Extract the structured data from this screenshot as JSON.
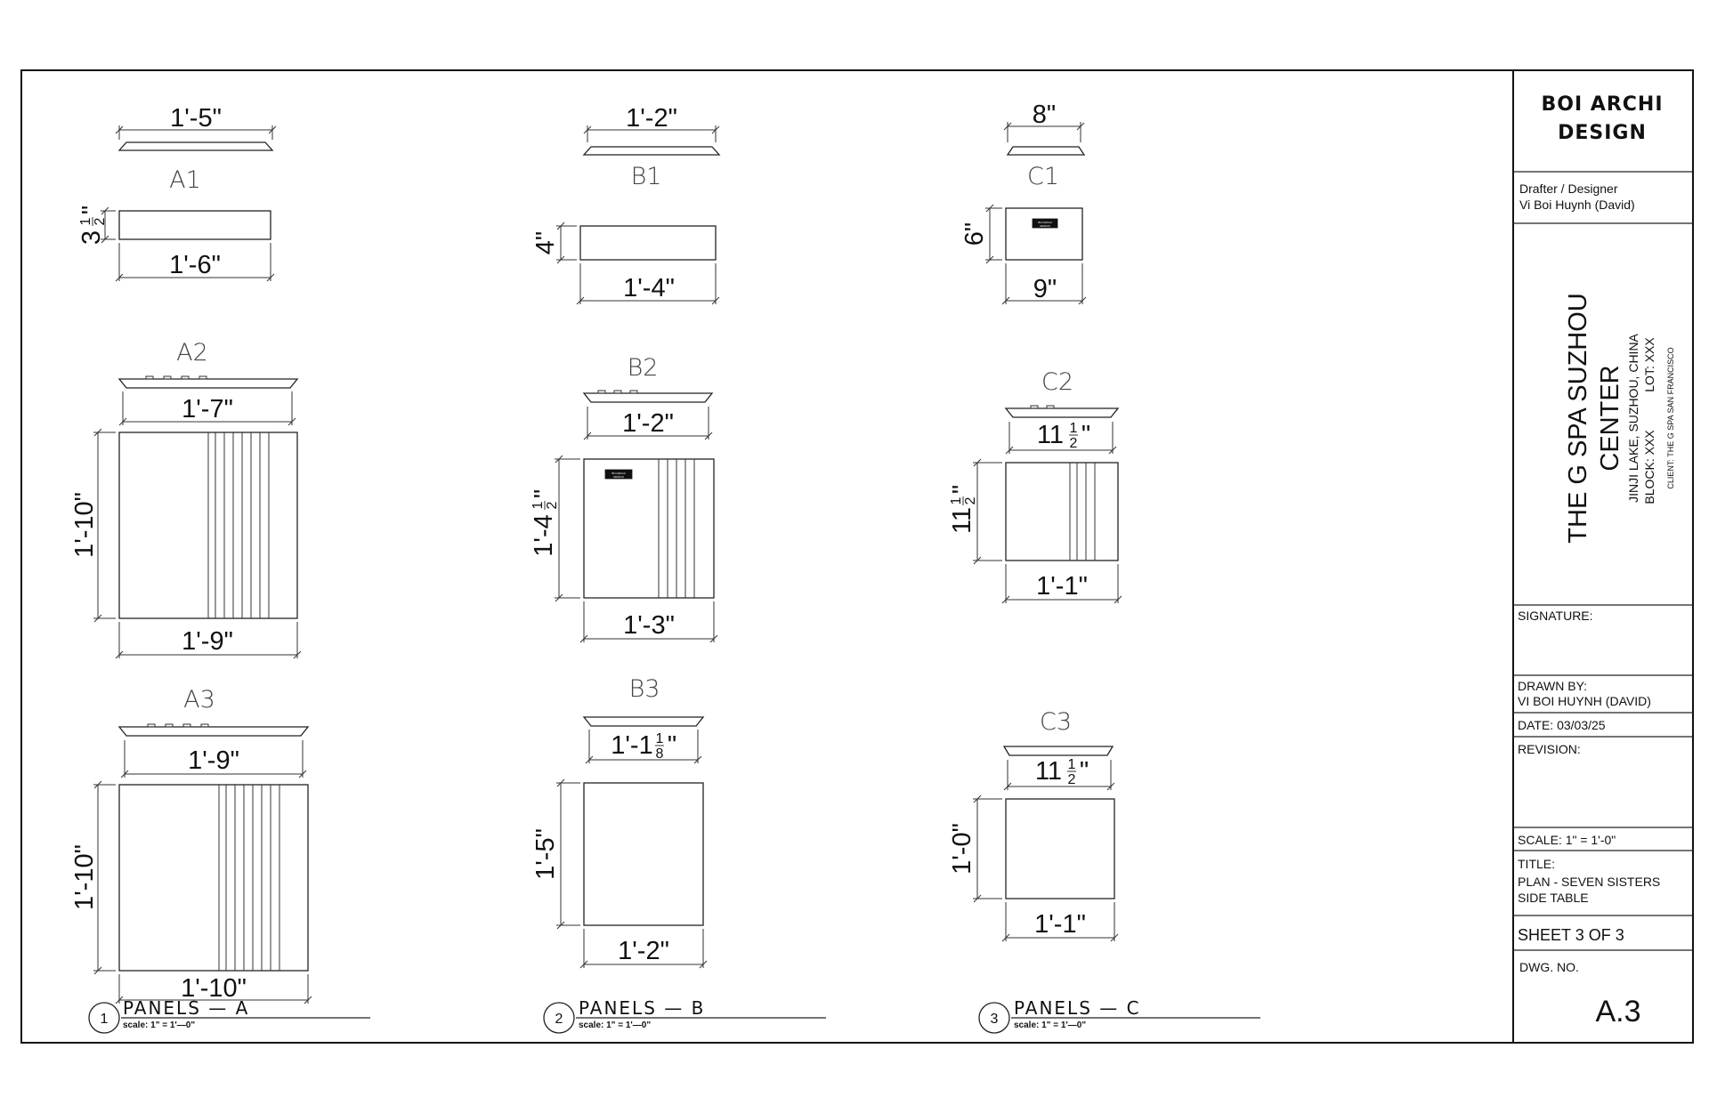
{
  "title_block": {
    "firm_line1": "BOI ARCHI",
    "firm_line2": "DESIGN",
    "drafter_label": "Drafter / Designer",
    "drafter_name": "Vi Boi Huynh (David)",
    "project_line1": "THE G SPA SUZHOU",
    "project_line2": "CENTER",
    "address_line1": "JINJI LAKE, SUZHOU, CHINA",
    "block": "BLOCK: XXX",
    "lot": "LOT: XXX",
    "client": "CLIENT: THE G SPA SAN FRANCISCO",
    "signature_label": "SIGNATURE:",
    "drawn_by_label": "DRAWN BY:",
    "drawn_by_name": "VI BOI HUYNH (DAVID)",
    "date": "DATE: 03/03/25",
    "revision_label": "REVISION:",
    "scale": "SCALE: 1\" = 1'-0\"",
    "title_label": "TITLE:",
    "title_line1": "PLAN  -  SEVEN  SISTERS",
    "title_line2": "SIDE TABLE",
    "sheet": "SHEET 3 OF 3",
    "dwg_label": "DWG. NO.",
    "dwg_no": "A.3"
  },
  "captions": [
    {
      "num": "1",
      "label": "PANELS  —  A",
      "scale": "scale:  1\"  =  1'—0\""
    },
    {
      "num": "2",
      "label": "PANELS  —  B",
      "scale": "scale:  1\"  =  1'—0\""
    },
    {
      "num": "3",
      "label": "PANELS  —  C",
      "scale": "scale:  1\"  =  1'—0\""
    }
  ],
  "panels": {
    "A1": {
      "label": "A1",
      "top_dim": "1'-5\"",
      "width_dim": "1'-6\"",
      "height_whole": "3",
      "height_num": "1",
      "height_den": "2",
      "height_unit": "\""
    },
    "A2": {
      "label": "A2",
      "top_dim": "1'-7\"",
      "width_dim": "1'-9\"",
      "height_dim": "1'-10\""
    },
    "A3": {
      "label": "A3",
      "top_dim": "1'-9\"",
      "width_dim": "1'-10\"",
      "height_dim": "1'-10\""
    },
    "B1": {
      "label": "B1",
      "top_dim": "1'-2\"",
      "width_dim": "1'-4\"",
      "height_dim": "4\""
    },
    "B2": {
      "label": "B2",
      "top_dim": "1'-2\"",
      "width_dim": "1'-3\"",
      "height_whole": "1'-4",
      "height_num": "1",
      "height_den": "2",
      "height_unit": "\""
    },
    "B3": {
      "label": "B3",
      "top_whole": "1'-1",
      "top_num": "1",
      "top_den": "8",
      "top_unit": "\"",
      "width_dim": "1'-2\"",
      "height_dim": "1'-5\""
    },
    "C1": {
      "label": "C1",
      "top_dim": "8\"",
      "width_dim": "9\"",
      "height_dim": "6\""
    },
    "C2": {
      "label": "C2",
      "top_whole": "11",
      "top_num": "1",
      "top_den": "2",
      "top_unit": "\"",
      "width_dim": "1'-1\"",
      "height_whole": "11",
      "height_num": "1",
      "height_den": "2",
      "height_unit": "\""
    },
    "C3": {
      "label": "C3",
      "top_whole": "11",
      "top_num": "1",
      "top_den": "2",
      "top_unit": "\"",
      "width_dim": "1'-1\"",
      "height_dim": "1'-0\""
    }
  }
}
